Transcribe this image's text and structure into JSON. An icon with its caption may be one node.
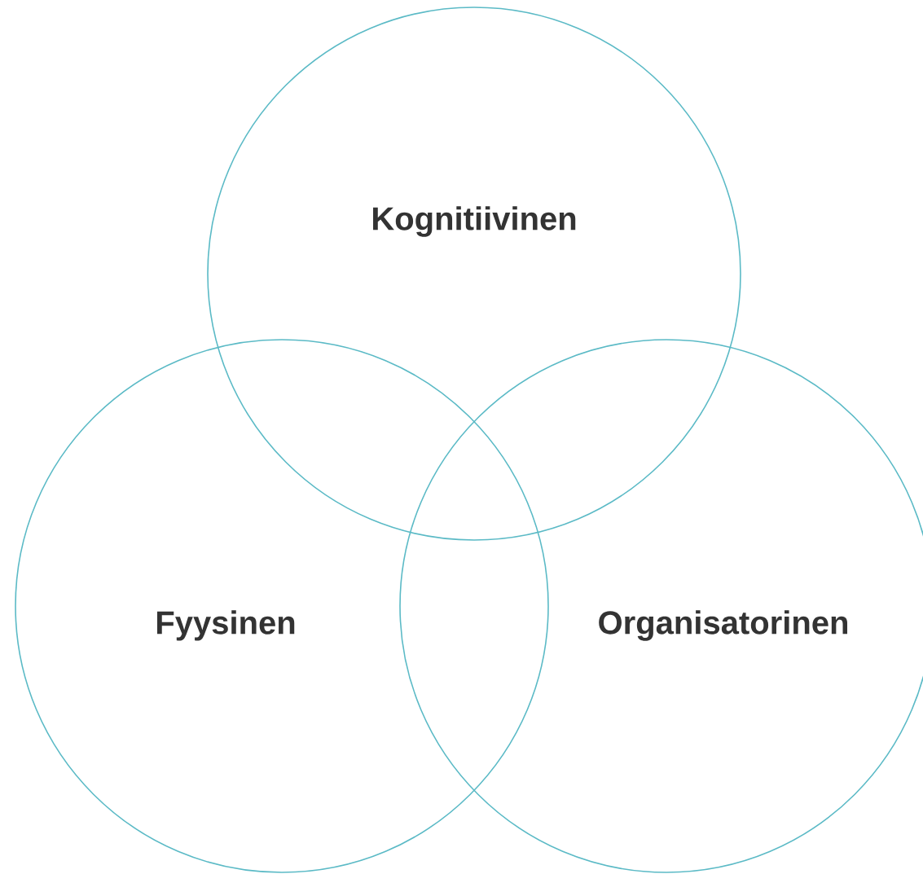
{
  "diagram": {
    "nodes": [
      {
        "text": [
          "Kognitiivinen"
        ]
      },
      {
        "text": [
          "Fyysinen"
        ]
      },
      {
        "text": [
          "Organisatorinen"
        ]
      }
    ]
  }
}
